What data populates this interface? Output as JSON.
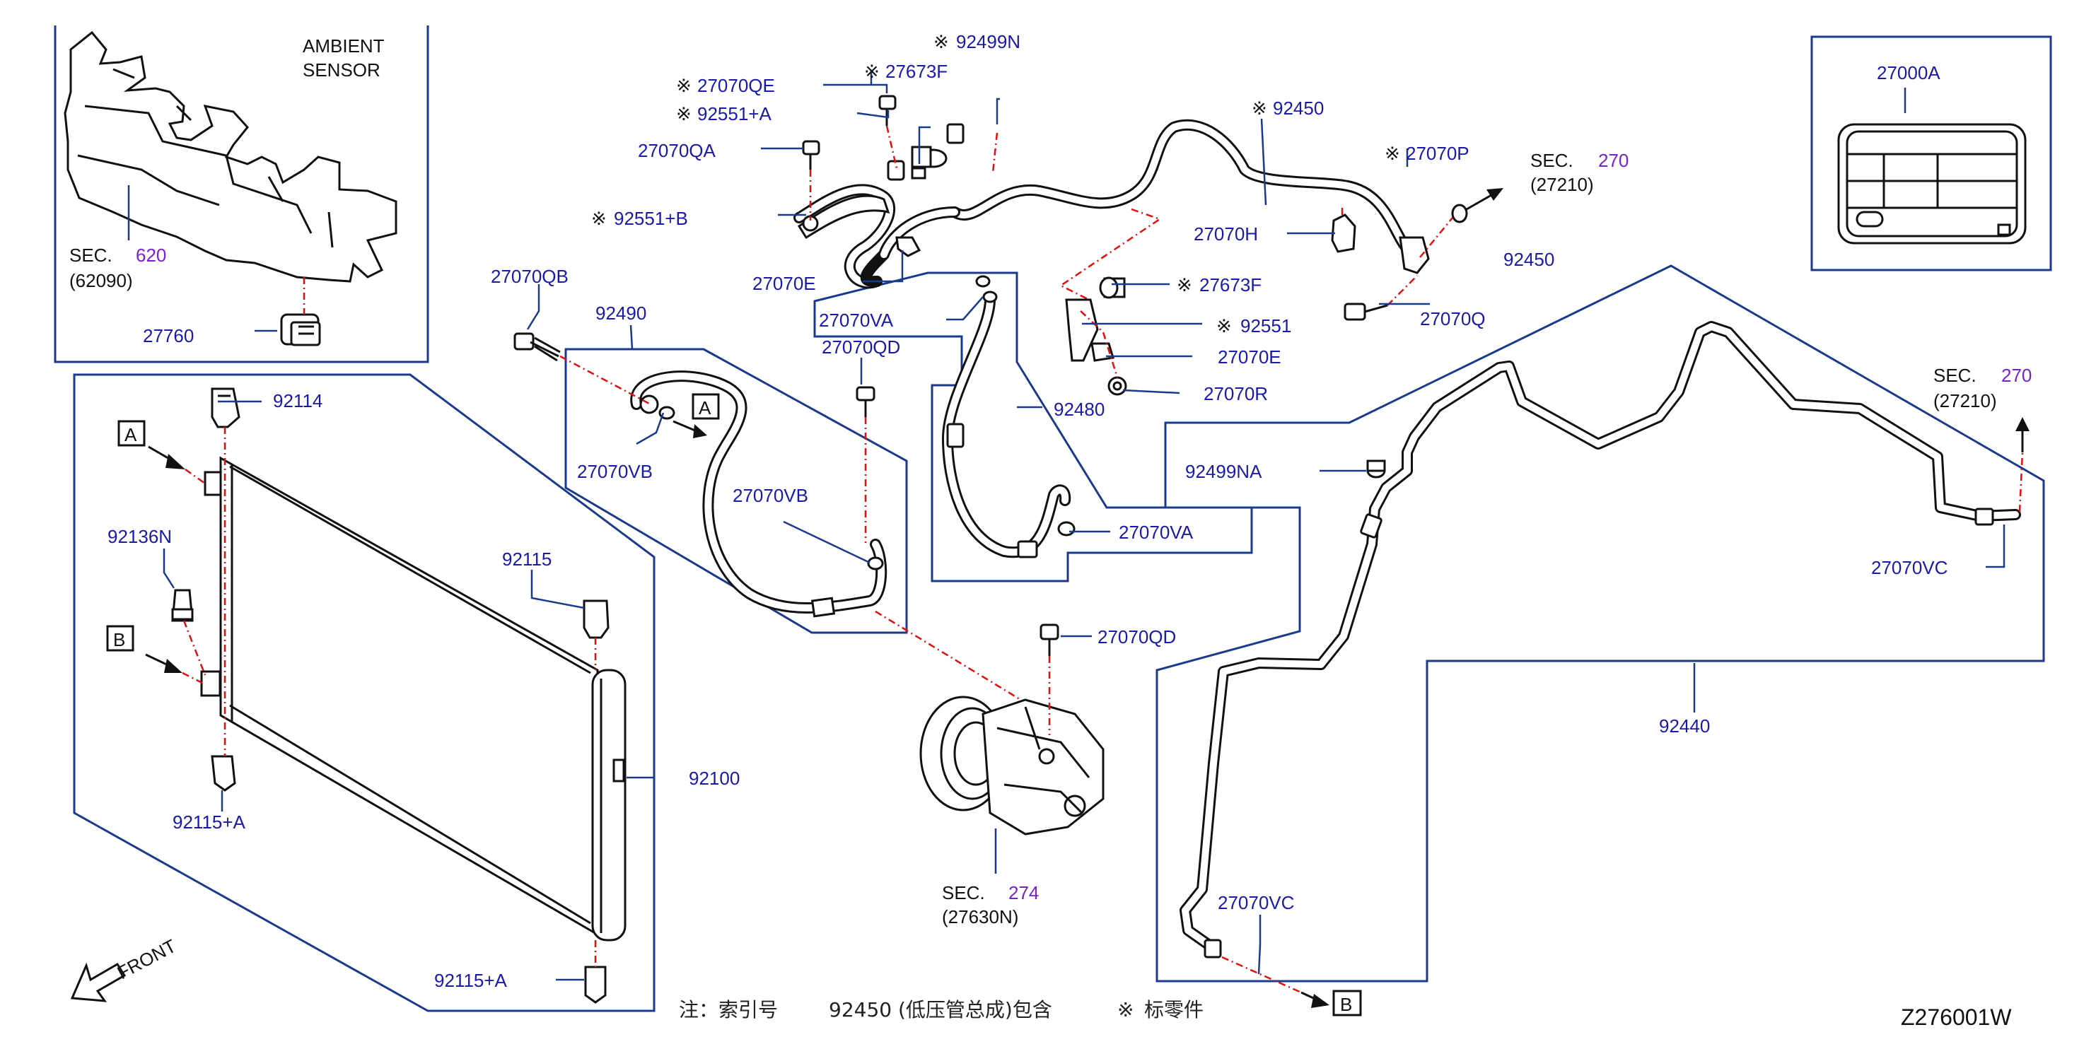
{
  "labels": {
    "ambient_sensor_1": "AMBIENT",
    "ambient_sensor_2": "SENSOR",
    "sec_prefix": "SEC.",
    "sec_620": "620",
    "sub_62090": "(62090)",
    "p27760": "27760",
    "p27070QE": "27070QE",
    "p92551A": "92551+A",
    "p27070QA": "27070QA",
    "p92551B": "92551+B",
    "p27673F_top": "27673F",
    "p92499N": "92499N",
    "p27070E_top": "27070E",
    "p92450_top": "92450",
    "p27070P": "27070P",
    "sec_270_top": "270",
    "sub_27210_top": "(27210)",
    "p27070H": "27070H",
    "p92450_right": "92450",
    "p27070Q": "27070Q",
    "p27000A": "27000A",
    "p27070QB": "27070QB",
    "p92490": "92490",
    "p27070VA_top": "27070VA",
    "p27070QD_top": "27070QD",
    "p27673F_mid": "27673F",
    "p92551": "92551",
    "p27070E_mid": "27070E",
    "p27070R": "27070R",
    "p92480": "92480",
    "p92114": "92114",
    "marker_A": "A",
    "marker_B": "B",
    "p27070VB_left": "27070VB",
    "p27070VB_mid": "27070VB",
    "p92136N": "92136N",
    "p92115": "92115",
    "p92499NA": "92499NA",
    "p27070VA_bottom": "27070VA",
    "sec_270_right": "270",
    "sub_27210_right": "(27210)",
    "p27070VC_right": "27070VC",
    "p27070QD_bottom": "27070QD",
    "p92100": "92100",
    "p92115A_top": "92115+A",
    "p92440": "92440",
    "sec_274": "274",
    "sub_27630N": "(27630N)",
    "p27070VC_bottom": "27070VC",
    "p92115A_bottom": "92115+A",
    "front": "FRONT",
    "footnote_1": "注：索引号",
    "footnote_2": "92450 (低压管总成)包含",
    "footnote_3": "标零件",
    "mark_symbol": "※",
    "drawing_code": "Z276001W"
  },
  "colors": {
    "label_blue": "#1a1aa8",
    "section_purple": "#7a22c8",
    "frame_navy": "#1b3a8c",
    "centerline_red": "#e01010"
  }
}
